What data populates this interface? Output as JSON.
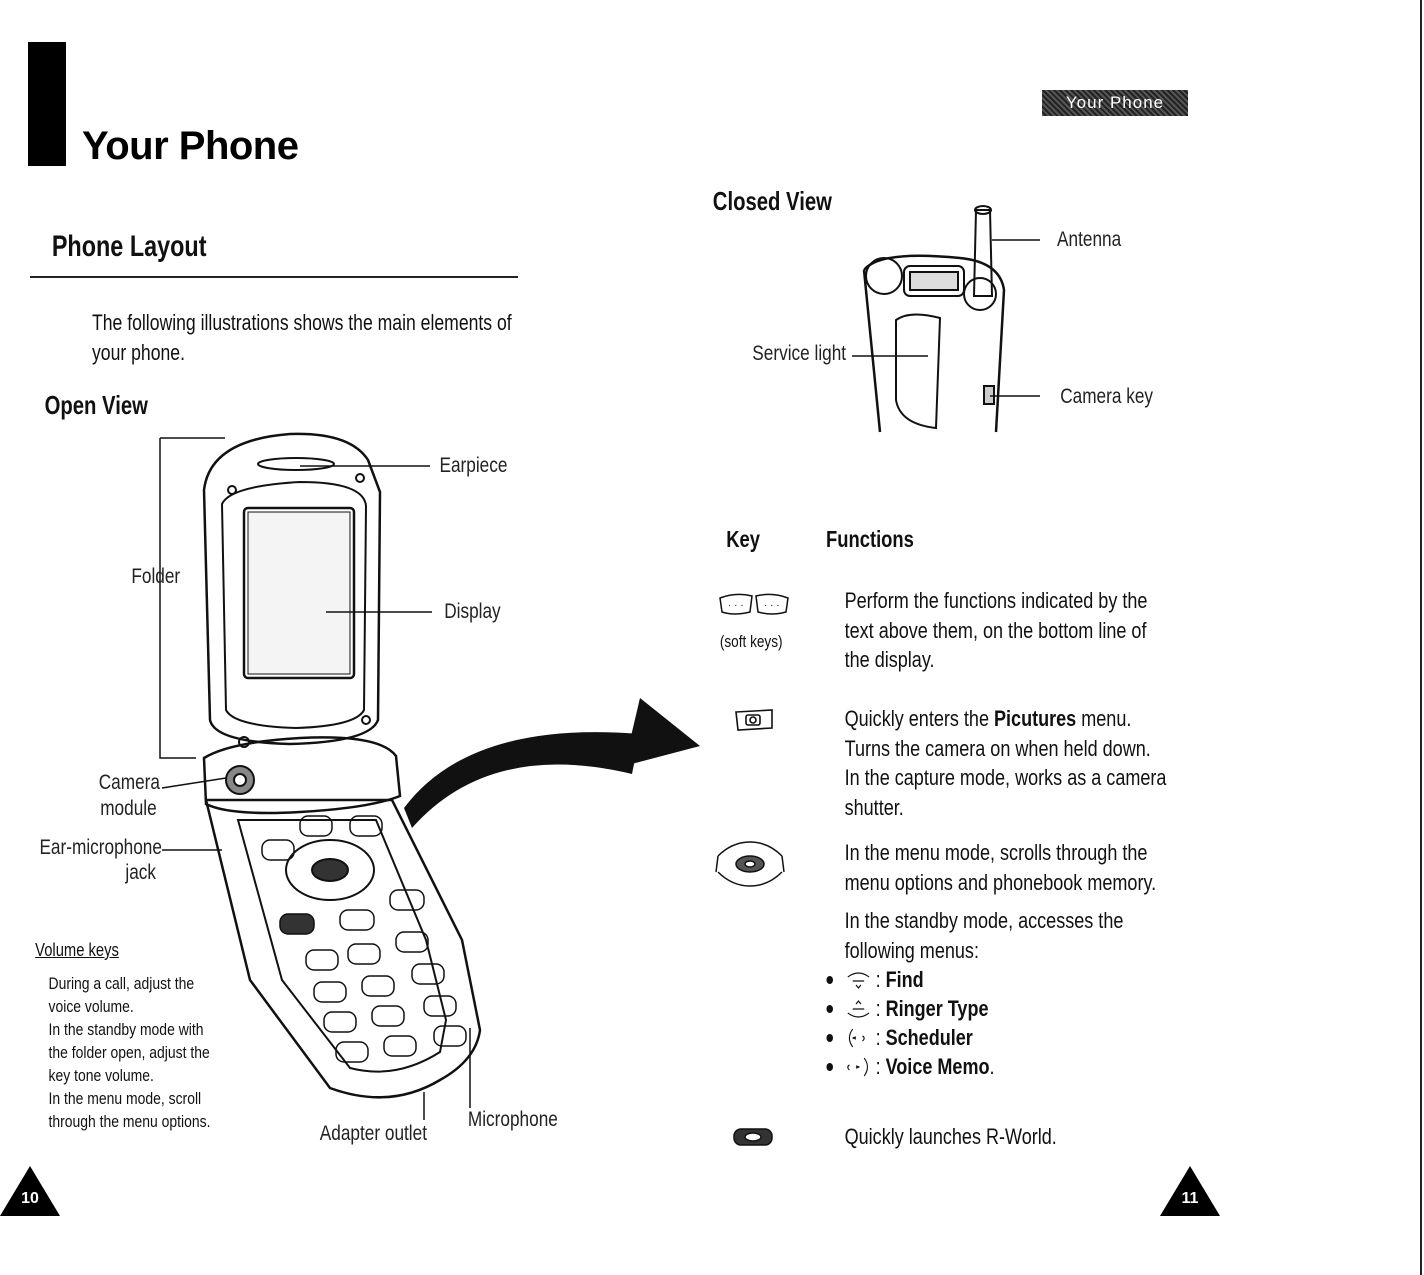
{
  "left_page": {
    "chapter_title": "Your Phone",
    "section_title": "Phone Layout",
    "intro_line1": "The following illustrations shows the main elements of",
    "intro_line2": "your phone.",
    "open_view_title": "Open View",
    "labels": {
      "earpiece": "Earpiece",
      "folder": "Folder",
      "display": "Display",
      "camera": "Camera",
      "module": "module",
      "ear_mic": "Ear-microphone",
      "jack": "jack",
      "adapter_outlet": "Adapter outlet",
      "microphone": "Microphone"
    },
    "volume_keys": {
      "title": "Volume keys",
      "lines": [
        "During a call, adjust the",
        "voice volume.",
        "In the standby mode with",
        "the folder open, adjust the",
        "key tone volume.",
        "In the menu mode, scroll",
        "through the menu options."
      ]
    },
    "page_number": "10"
  },
  "right_page": {
    "tab_label": "Your Phone",
    "closed_view_title": "Closed View",
    "labels": {
      "antenna": "Antenna",
      "service_light": "Service light",
      "camera_key": "Camera key"
    },
    "table_header": {
      "key": "Key",
      "functions": "Functions"
    },
    "softkeys_caption": "(soft keys)",
    "rows": {
      "softkeys": [
        "Perform the functions indicated by the",
        "text above them, on the bottom line of",
        "the display."
      ],
      "camera_prefix": "Quickly enters the ",
      "camera_bold": "Picutures",
      "camera_suffix": " menu.",
      "camera_lines": [
        "Turns the camera on when held down.",
        "In the capture mode, works as a camera",
        "shutter."
      ],
      "nav_lines": [
        "In the menu mode, scrolls through the",
        "menu options and phonebook memory."
      ],
      "standby_lines": [
        "In the standby mode, accesses the",
        "following menus:"
      ],
      "bullets": [
        {
          "label": "Find"
        },
        {
          "label": "Ringer Type"
        },
        {
          "label": "Scheduler"
        },
        {
          "label": "Voice Memo"
        }
      ],
      "rworld": "Quickly launches R-World."
    },
    "page_number": "11"
  }
}
